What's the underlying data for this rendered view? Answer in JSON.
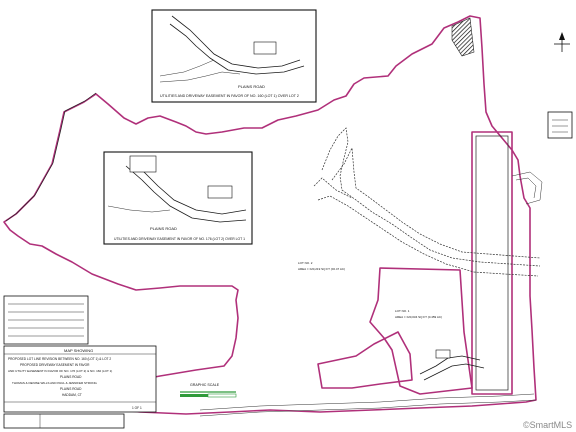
{
  "inset_top": {
    "road_label": "PLAINS ROAD",
    "caption": "UTILITIES AND DRIVEWAY EASEMENT IN FAVOR OF NO. 160 (LOT 1) OVER LOT 2"
  },
  "inset_left": {
    "road_label": "PLAINS ROAD",
    "caption": "UTILITIES AND DRIVEWAY EASEMENT IN FAVOR OF NO. 176 (LOT 2) OVER LOT 1"
  },
  "main": {
    "lot1_area": "AREA = ±20,034 SQ FT (0.459 AC)",
    "lot2_area": "AREA = ±20,219 SQ FT (±0.47 AC)",
    "lot2_name": "LOT NO. 2",
    "lot1_name": "LOT NO. 1"
  },
  "scale_label": "GRAPHIC SCALE",
  "title_block": {
    "header": "MAP SHOWING",
    "line1": "PROPOSED LOT LINE REVISION BETWEEN NO. 160 (LOT 1) & LOT 2",
    "line2": "PROPOSED DRIVEWAY EASEMENT IN FAVOR",
    "line3": "AND UTILITY EASEMENT IN FAVOR OF NO. 176 (LOT 2) & NO. 160 (LOT 1)",
    "line4": "PLAINS ROAD",
    "line5": "THOMAS & DENISE WILLS AND PAUL & JENNIFER STRONG",
    "line6": "PLAINS ROAD",
    "line7": "HADDAM, CT",
    "sheet": "1 OF 1"
  },
  "watermark": "©SmartMLS",
  "colors": {
    "boundary": "#b0307a",
    "scale": "#2f9a3a"
  },
  "icons": {
    "north": "north-arrow-icon"
  }
}
